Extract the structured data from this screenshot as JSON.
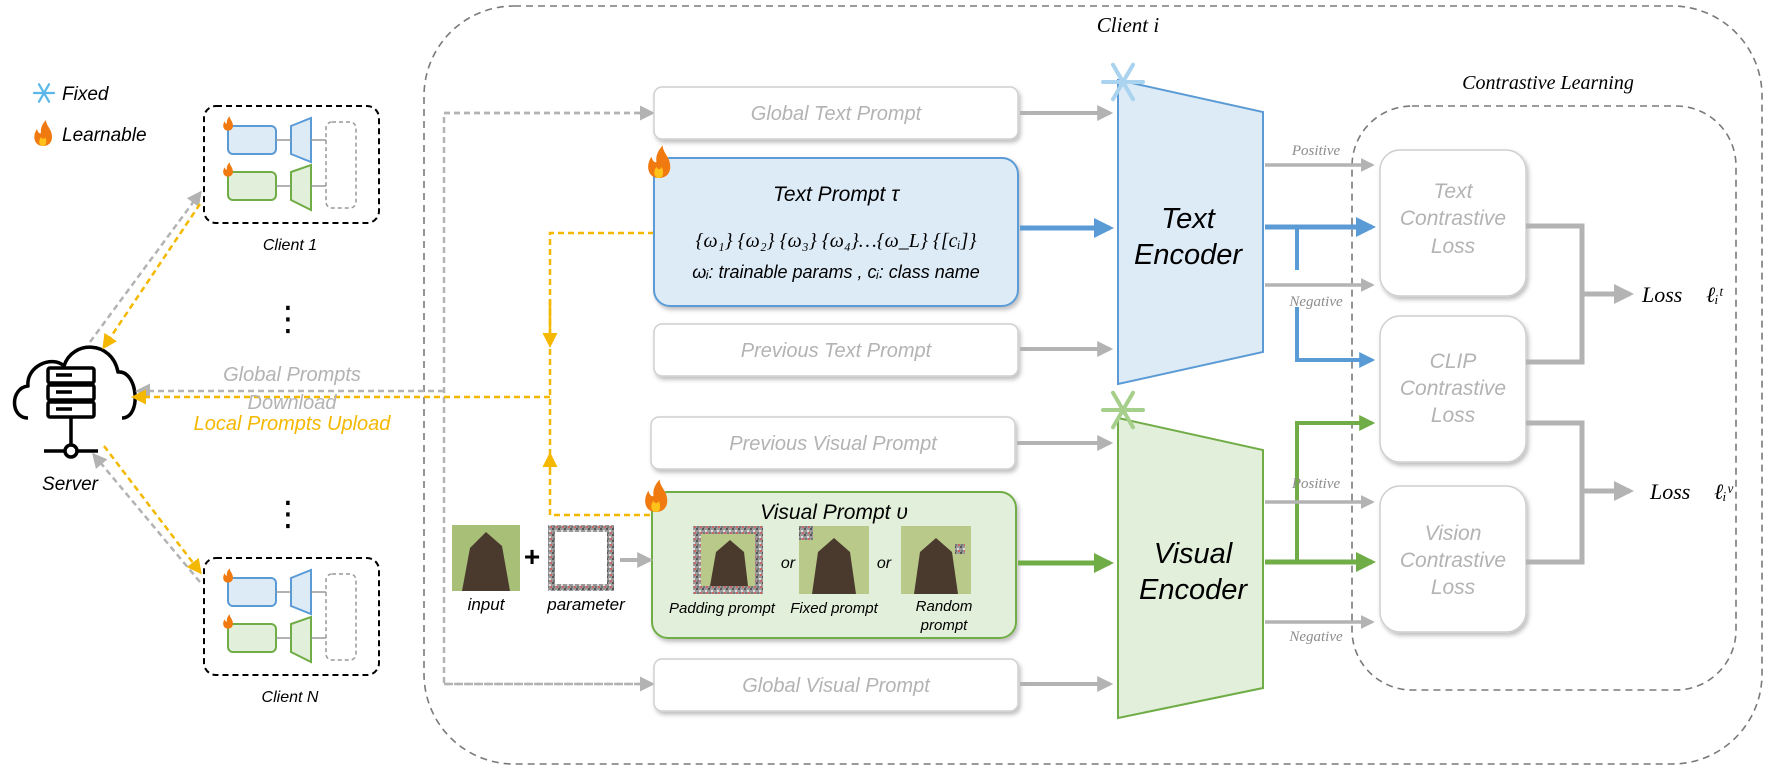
{
  "legend": {
    "fixed_label": "Fixed",
    "learnable_label": "Learnable",
    "fixed_icon": "snowflake-icon",
    "learnable_icon": "flame-icon"
  },
  "server": {
    "label": "Server",
    "icon": "cloud-server-icon"
  },
  "clients_left": {
    "client1_label": "Client 1",
    "clientN_label": "Client N",
    "ellipsis": "⋮"
  },
  "links": {
    "download_label_1": "Global Prompts",
    "download_label_2": "Download",
    "upload_label": "Local Prompts Upload"
  },
  "client_i": {
    "title": "Client i",
    "contrastive_title": "Contrastive Learning"
  },
  "prompts": {
    "global_text": "Global Text Prompt",
    "text_prompt_title": "Text Prompt τ",
    "text_prompt_formula": "{ω₁} {ω₂} {ω₃} {ω₄}…{ω_L} {[cᵢ]}",
    "text_prompt_desc": "ωᵢ: trainable params , cᵢ: class name",
    "previous_text": "Previous Text Prompt",
    "previous_visual": "Previous Visual Prompt",
    "visual_prompt_title": "Visual Prompt υ",
    "padding_prompt": "Padding prompt",
    "fixed_prompt": "Fixed prompt",
    "random_prompt_1": "Random",
    "random_prompt_2": "prompt",
    "or": "or",
    "global_visual": "Global Visual Prompt",
    "input_label": "input",
    "parameter_label": "parameter",
    "plus": "+"
  },
  "encoders": {
    "text_1": "Text",
    "text_2": "Encoder",
    "visual_1": "Visual",
    "visual_2": "Encoder"
  },
  "losses": {
    "text_1": "Text",
    "text_2": "Contrastive",
    "text_3": "Loss",
    "clip_1": "CLIP",
    "clip_2": "Contrastive",
    "clip_3": "Loss",
    "vision_1": "Vision",
    "vision_2": "Contrastive",
    "vision_3": "Loss",
    "positive": "Positive",
    "negative": "Negative",
    "loss_text": "Loss",
    "loss_text_sym": "ℓᵢᵗ",
    "loss_visual": "Loss",
    "loss_visual_sym": "ℓᵢᵛ"
  },
  "colors": {
    "gray": "#b3b3b3",
    "dark_gray": "#8c8c8c",
    "blue": "#5b9bd5",
    "blue_fill": "#ddebf7",
    "green": "#70ad47",
    "green_fill": "#e2efda",
    "orange": "#f5b800"
  }
}
